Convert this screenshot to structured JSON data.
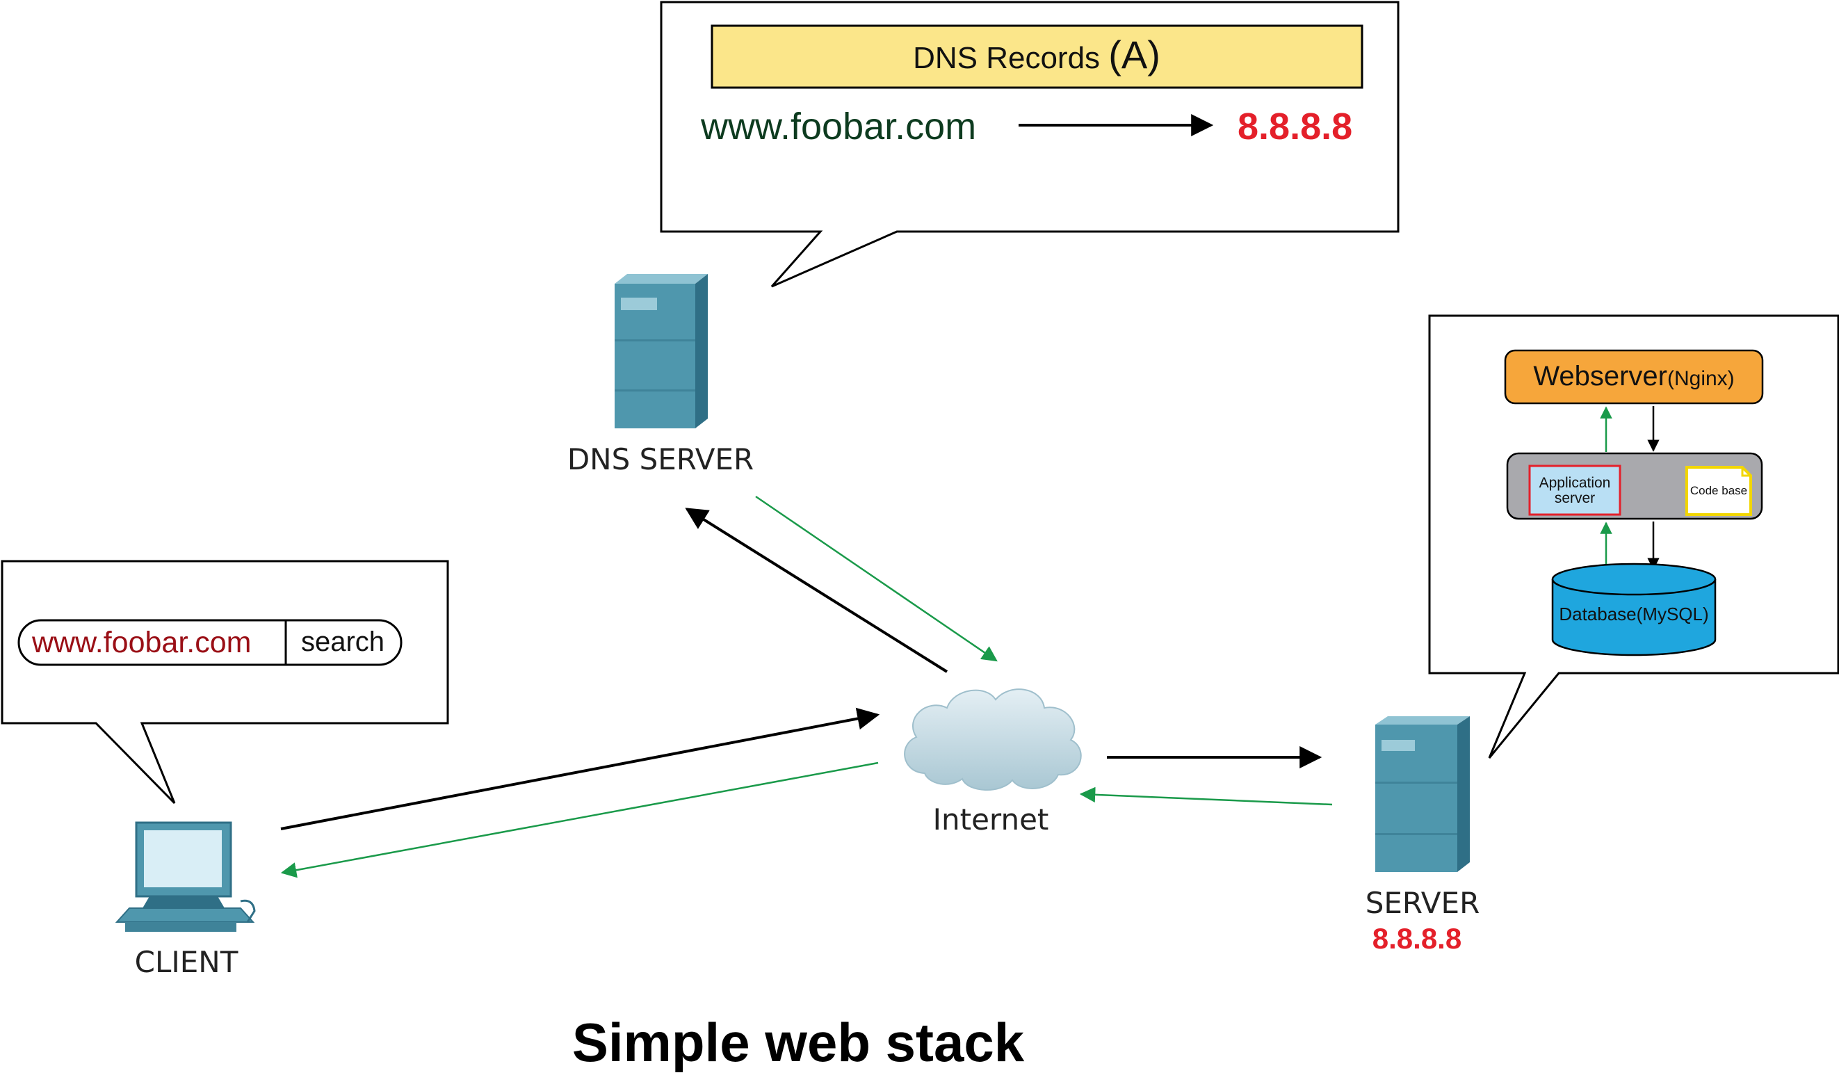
{
  "diagram": {
    "title": "Simple web stack",
    "dns_callout": {
      "records_label": "DNS Records ",
      "records_type": "(A)",
      "domain": "www.foobar.com",
      "ip": "8.8.8.8"
    },
    "client_callout": {
      "url": "www.foobar.com",
      "search_label": "search"
    },
    "server_stack": {
      "webserver": "Webserver",
      "webserver_sub": "(Nginx)",
      "app_server_line1": "Application",
      "app_server_line2": "server",
      "code_base": "Code base",
      "database": "Database(MySQL)"
    },
    "nodes": {
      "dns_server": "DNS SERVER",
      "client": "CLIENT",
      "internet": "Internet",
      "server": "SERVER",
      "server_ip": "8.8.8.8"
    },
    "colors": {
      "request_arrow": "#000000",
      "response_arrow": "#1a9a4a",
      "server_blue": "#4f97ad",
      "server_dark": "#2f6f86",
      "dns_header_fill": "#fbe68a",
      "webserver_fill": "#f6a63b",
      "app_fill": "#a9a9ad",
      "database_fill": "#1fa6de",
      "ip_red": "#e4202a",
      "domain_green": "#0d3b1f",
      "url_red": "#9a0f16"
    }
  }
}
